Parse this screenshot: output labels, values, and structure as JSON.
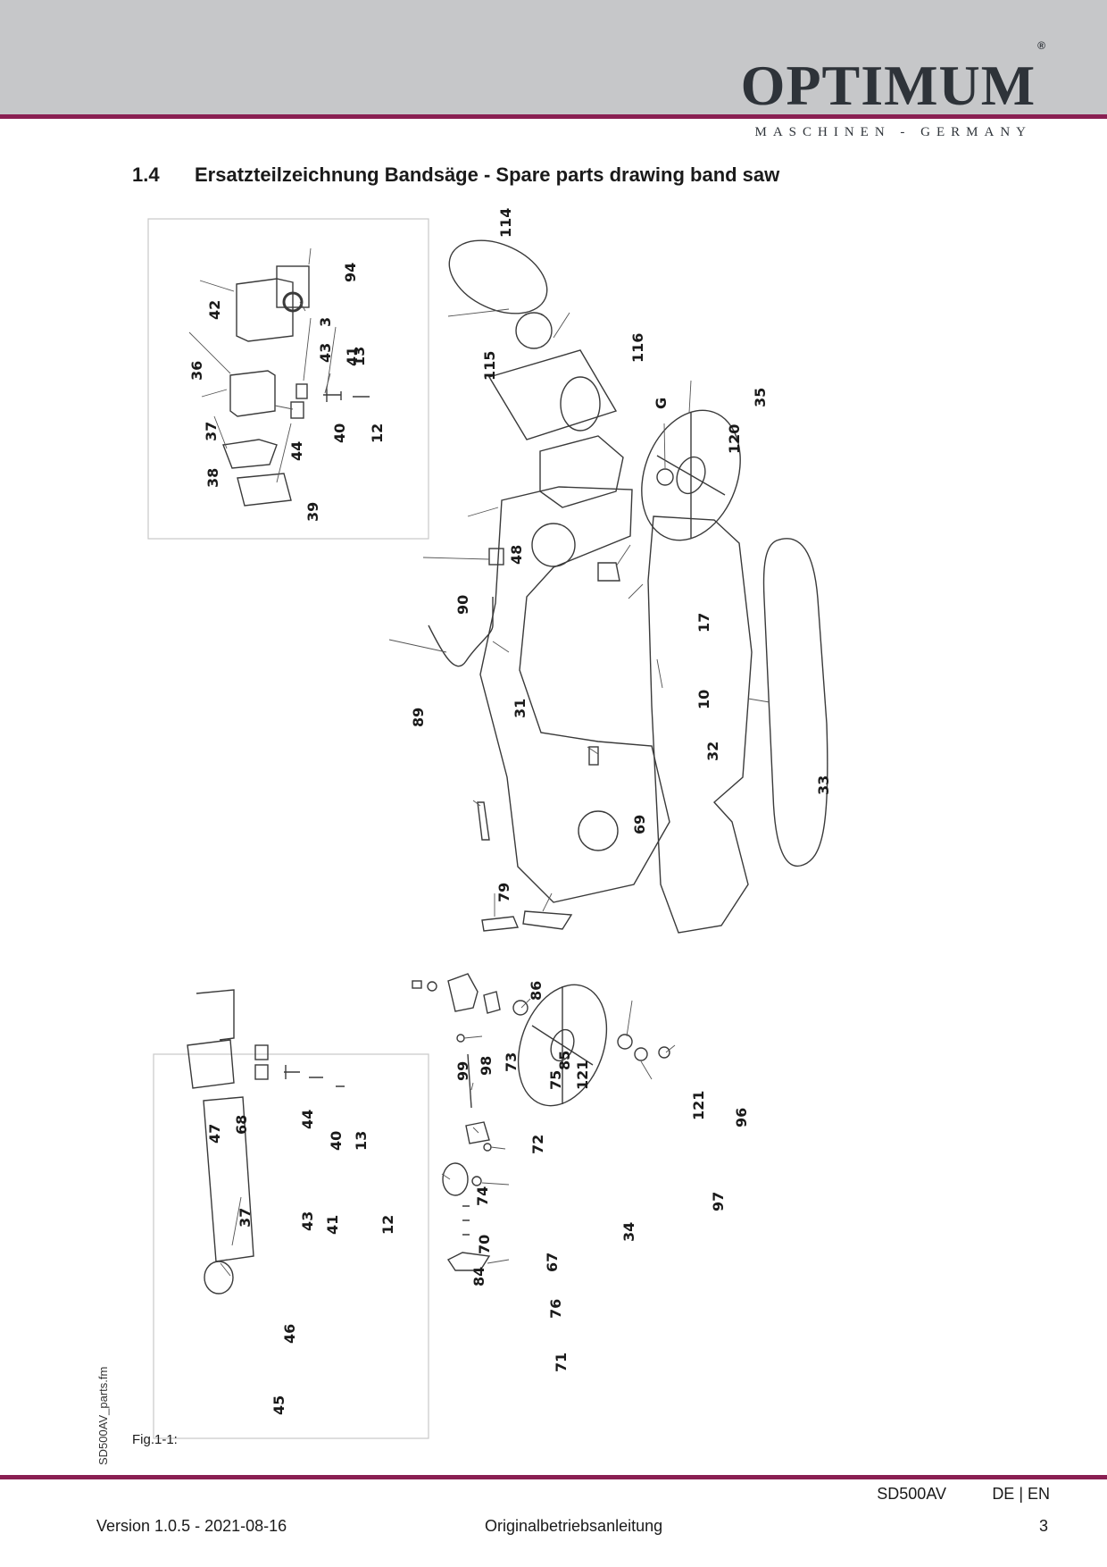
{
  "header": {
    "brand": "OPTIMUM",
    "registered": "®",
    "tagline": "MASCHINEN - GERMANY"
  },
  "section": {
    "number": "1.4",
    "title": "Ersatzteilzeichnung Bandsäge - Spare parts drawing band saw"
  },
  "drawing": {
    "labels": [
      "114",
      "94",
      "42",
      "3",
      "115",
      "116",
      "36",
      "43",
      "41",
      "13",
      "G",
      "35",
      "40",
      "12",
      "37",
      "44",
      "120",
      "38",
      "39",
      "48",
      "90",
      "17",
      "10",
      "89",
      "31",
      "32",
      "33",
      "69",
      "79",
      "86",
      "85",
      "99",
      "98",
      "73",
      "75",
      "121",
      "47",
      "68",
      "44",
      "40",
      "13",
      "72",
      "121",
      "96",
      "37",
      "43",
      "41",
      "12",
      "74",
      "97",
      "70",
      "34",
      "84",
      "67",
      "76",
      "46",
      "71",
      "45"
    ]
  },
  "sidebar": {
    "filename": "SD500AV_parts.fm"
  },
  "figure": {
    "caption": "Fig.1-1:"
  },
  "footer": {
    "model": "SD500AV",
    "lang": "DE | EN",
    "version": "Version 1.0.5 - 2021-08-16",
    "doc_type": "Originalbetriebsanleitung",
    "page": "3"
  }
}
